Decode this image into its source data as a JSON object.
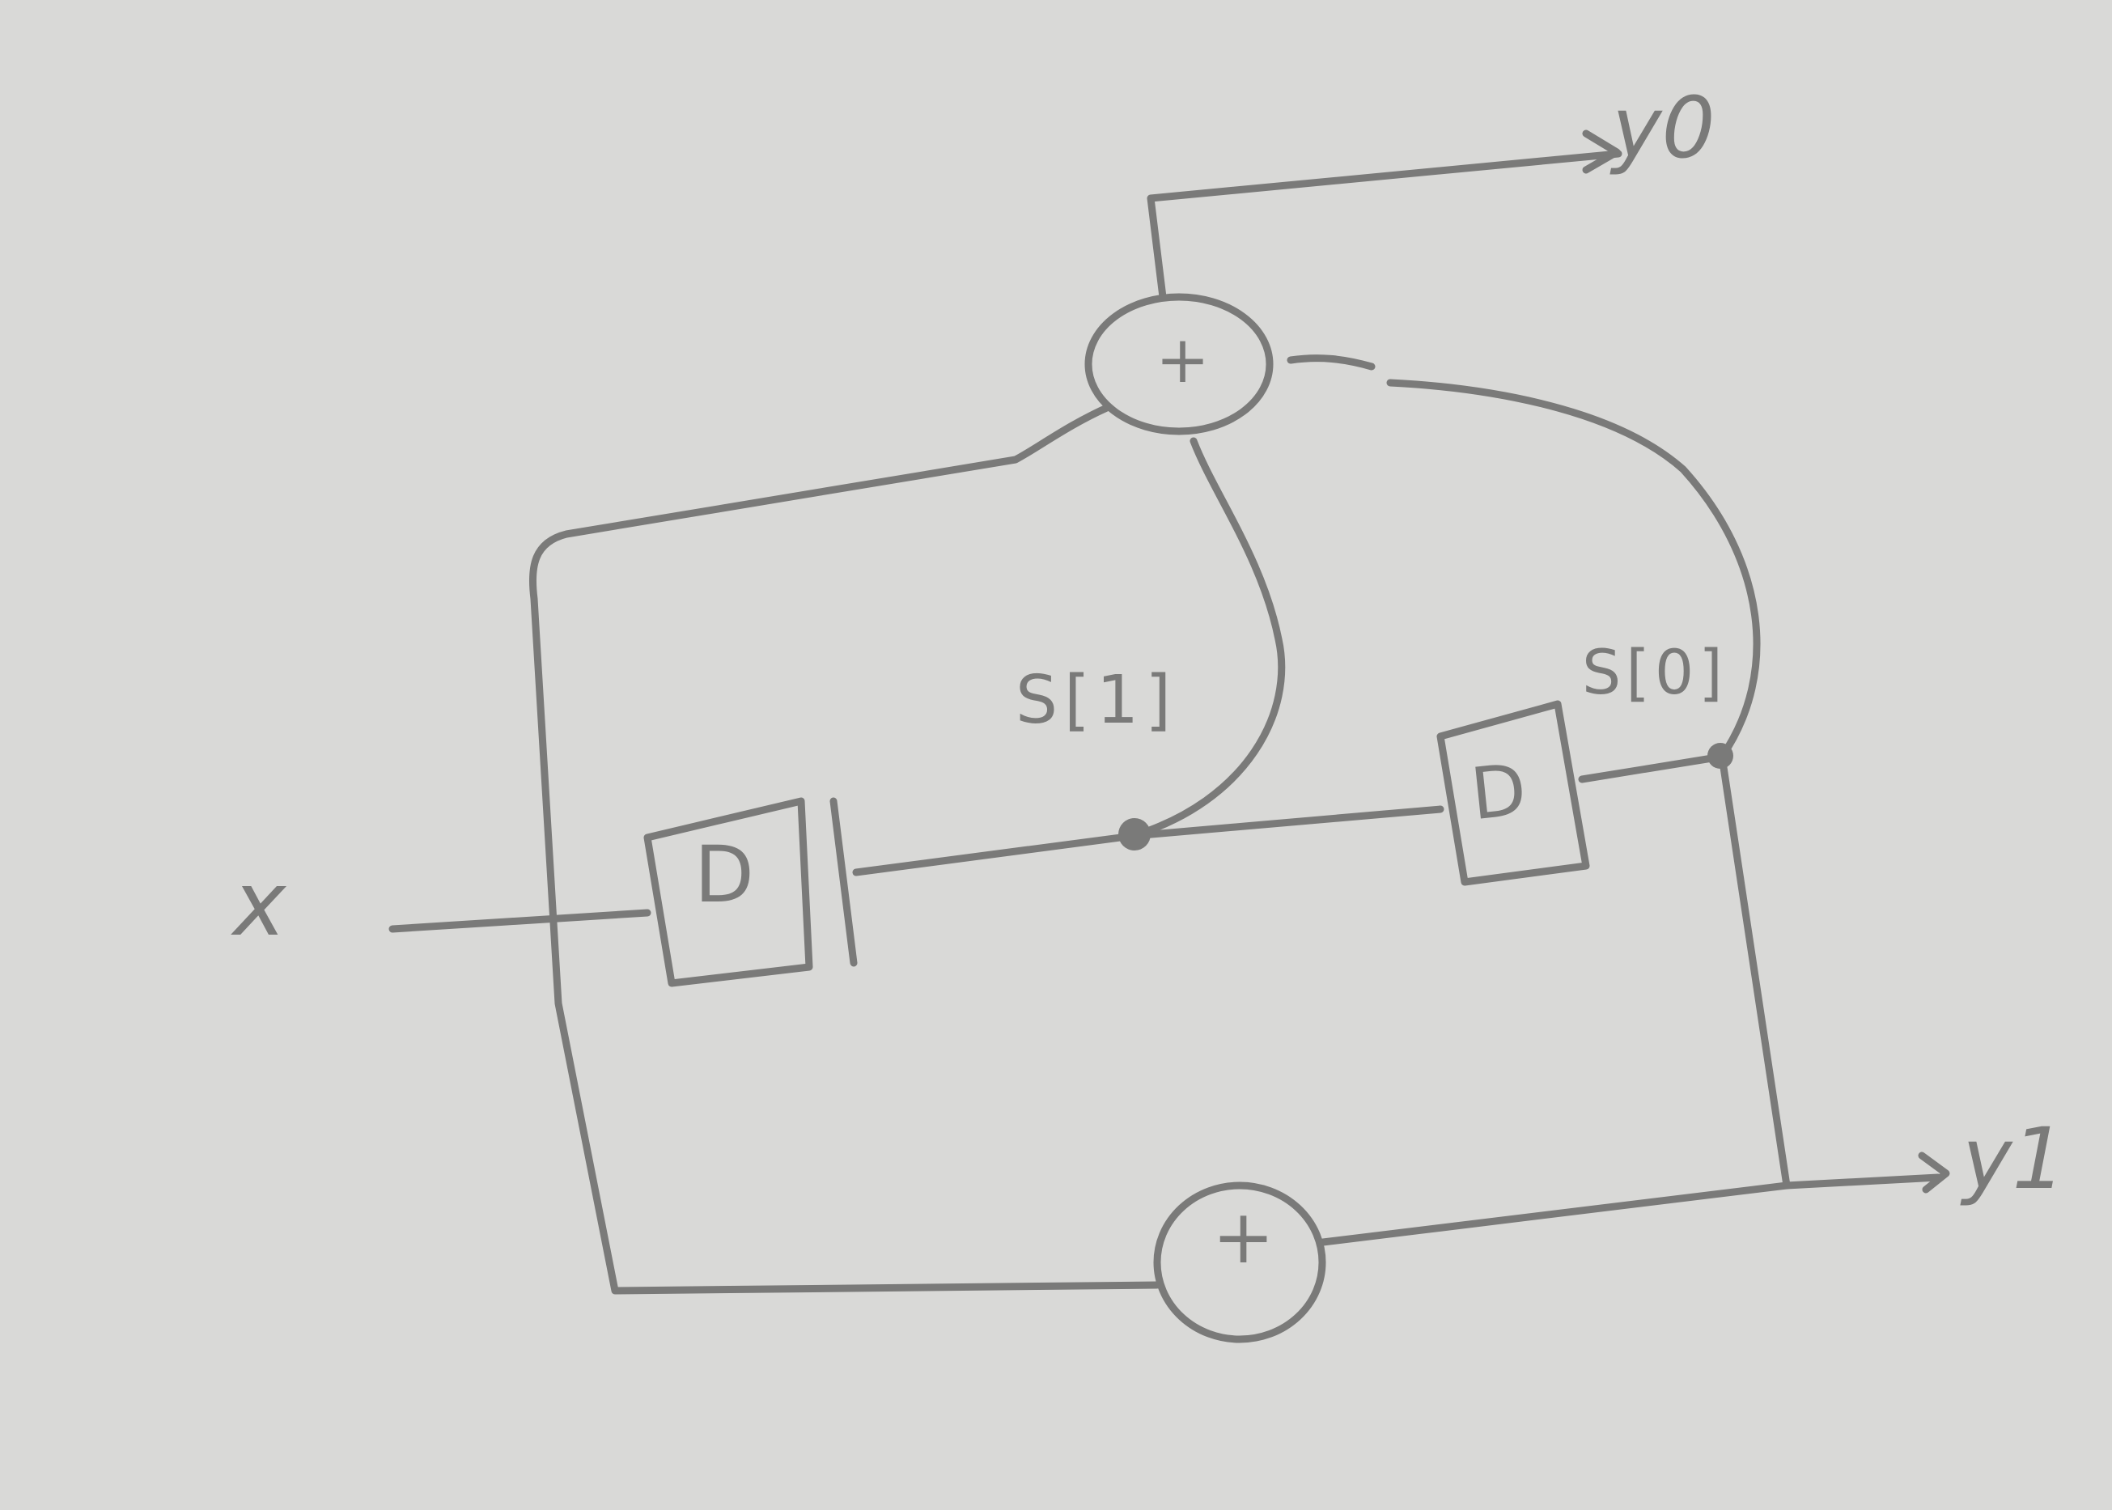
{
  "diagram": {
    "input_label": "x",
    "output_top_label": "y0",
    "output_bottom_label": "y1",
    "state_1_label": "S[1]",
    "state_0_label": "S[0]",
    "delay_1_label": "D",
    "delay_2_label": "D",
    "adder_top_symbol": "+",
    "adder_bottom_symbol": "+"
  },
  "colors": {
    "paper": "#d9d9d7",
    "ink": "#7a7a79"
  }
}
